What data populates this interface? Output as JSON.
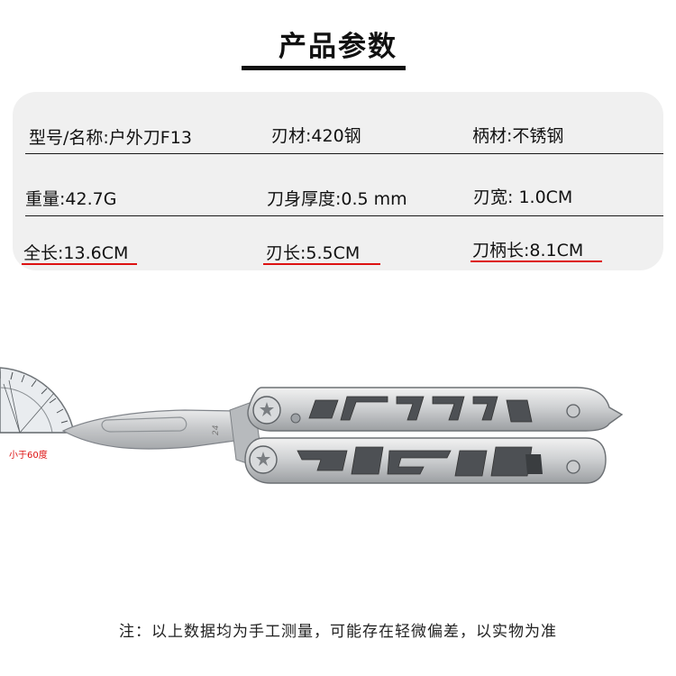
{
  "title": "产品参数",
  "specs": {
    "model": "型号/名称:户外刀F13",
    "blade_material": "刃材:420钢",
    "handle_material": "柄材:不锈钢",
    "weight": "重量:42.7G",
    "blade_thickness": "刀身厚度:0.5 mm",
    "blade_width": "刃宽: 1.0CM",
    "total_length": "全长:13.6CM",
    "blade_length": "刃长:5.5CM",
    "handle_length": "刀柄长:8.1CM"
  },
  "photo": {
    "angle_label": "小于60度",
    "blade_marking": "24"
  },
  "footer_note": "注：以上数据均为手工测量，可能存在轻微偏差，以实物为准",
  "colors": {
    "accent_underline": "#dd1111",
    "panel": "#f0f0f0"
  }
}
